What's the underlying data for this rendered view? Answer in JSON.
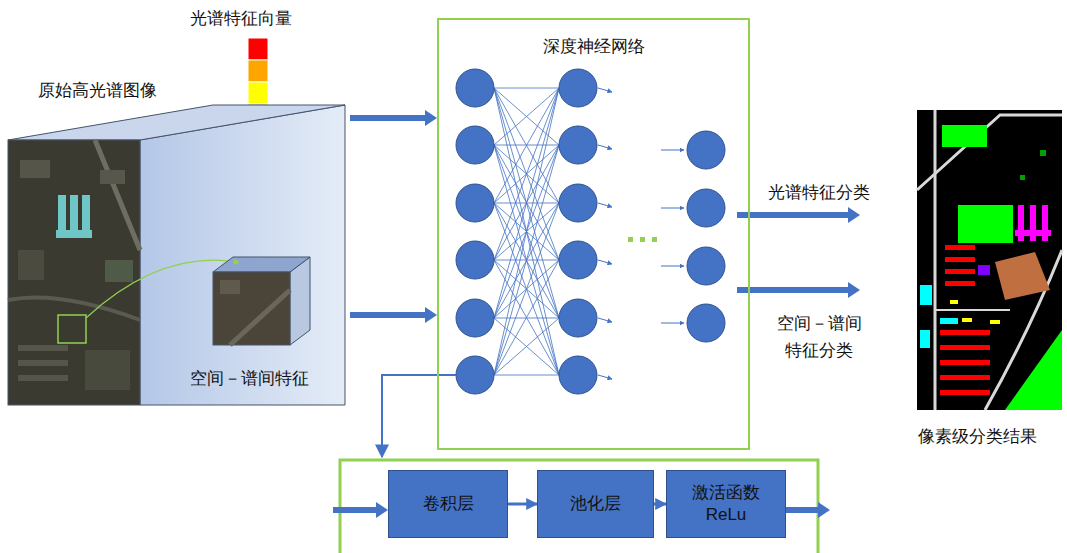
{
  "diagram": {
    "nodes": [
      {
        "text": [
          "深度神经网络"
        ]
      },
      {
        "text": [
          "卷积层"
        ]
      },
      {
        "text": [
          "池化层"
        ]
      },
      {
        "text": [
          "激活函数 ReLu"
        ]
      }
    ],
    "edges": [
      {
        "from": 1,
        "to": 2,
        "arrow": "to"
      },
      {
        "from": 2,
        "to": 3,
        "arrow": "to"
      }
    ],
    "labels": [
      "光谱特征向量",
      "原始高光谱图像",
      "空间－谱间特征",
      "光谱特征分类",
      "空间－谱间 特征分类",
      "像素级分类结果"
    ]
  }
}
